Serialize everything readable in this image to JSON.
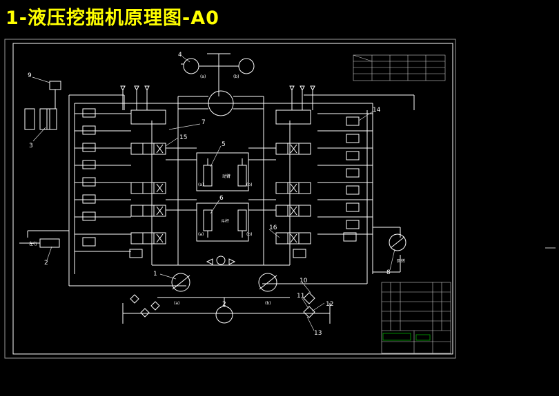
{
  "title": "1-液压挖掘机原理图-A0",
  "colors": {
    "background": "#000000",
    "title": "#ffff00",
    "lines": "#ffffff",
    "accent": "#00e5ff",
    "label_tick": "#ffff00"
  },
  "labels": {
    "n1": "1",
    "n2": "2",
    "n3": "3",
    "n4": "4",
    "n5": "5",
    "n6": "6",
    "n7": "7",
    "n8": "8",
    "n9": "9",
    "n10": "10",
    "n11": "11",
    "n12": "12",
    "n13": "13",
    "n14": "14",
    "n15": "15",
    "n16": "16",
    "port_a": "(a)",
    "port_b": "(b)",
    "boom": "动臂",
    "arm": "斗杆",
    "slew": "回转",
    "motor_a": "(a)",
    "motor_b": "(b)",
    "left_travel": "左行"
  },
  "title_block": {
    "note": ""
  }
}
